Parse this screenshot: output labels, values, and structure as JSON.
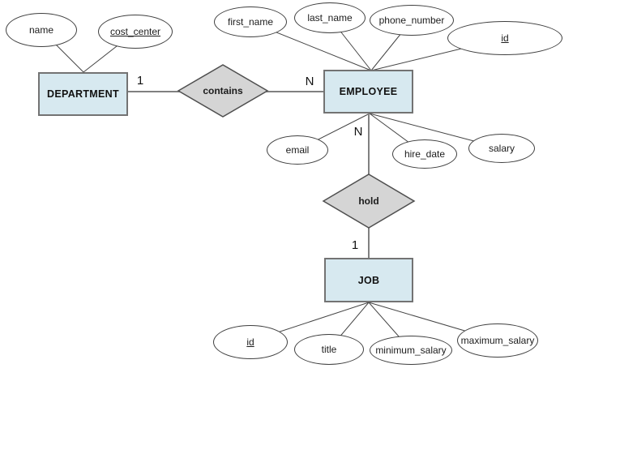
{
  "diagram": {
    "type": "entity-relationship-diagram",
    "background": "#ffffff",
    "colors": {
      "entity_fill": "#d7e9f0",
      "entity_border": "#737373",
      "relationship_fill": "#d5d5d5",
      "relationship_border": "#4f4f4f",
      "attribute_fill": "#ffffff",
      "attribute_border": "#3f3f3f",
      "connector": "#808080",
      "attribute_line": "#444444"
    },
    "entities": [
      {
        "id": "department",
        "label": "DEPARTMENT"
      },
      {
        "id": "employee",
        "label": "EMPLOYEE"
      },
      {
        "id": "job",
        "label": "JOB"
      }
    ],
    "relationships": [
      {
        "id": "contains",
        "label": "contains",
        "between": [
          "DEPARTMENT",
          "EMPLOYEE"
        ],
        "cardinality": {
          "DEPARTMENT": "1",
          "EMPLOYEE": "N"
        }
      },
      {
        "id": "hold",
        "label": "hold",
        "between": [
          "EMPLOYEE",
          "JOB"
        ],
        "cardinality": {
          "EMPLOYEE": "N",
          "JOB": "1"
        }
      }
    ],
    "attributes": [
      {
        "id": "department-name",
        "label": "name",
        "entity": "DEPARTMENT",
        "key": false
      },
      {
        "id": "department-cost-center",
        "label": "cost_center",
        "entity": "DEPARTMENT",
        "key": true
      },
      {
        "id": "employee-first-name",
        "label": "first_name",
        "entity": "EMPLOYEE",
        "key": false
      },
      {
        "id": "employee-last-name",
        "label": "last_name",
        "entity": "EMPLOYEE",
        "key": false
      },
      {
        "id": "employee-phone-number",
        "label": "phone_number",
        "entity": "EMPLOYEE",
        "key": false
      },
      {
        "id": "employee-id",
        "label": "id",
        "entity": "EMPLOYEE",
        "key": true
      },
      {
        "id": "employee-email",
        "label": "email",
        "entity": "EMPLOYEE",
        "key": false
      },
      {
        "id": "employee-hire-date",
        "label": "hire_date",
        "entity": "EMPLOYEE",
        "key": false
      },
      {
        "id": "employee-salary",
        "label": "salary",
        "entity": "EMPLOYEE",
        "key": false
      },
      {
        "id": "job-id",
        "label": "id",
        "entity": "JOB",
        "key": true
      },
      {
        "id": "job-title",
        "label": "title",
        "entity": "JOB",
        "key": false
      },
      {
        "id": "job-minimum-salary",
        "label": "minimum_salary",
        "entity": "JOB",
        "key": false
      },
      {
        "id": "job-maximum-salary",
        "label": "maximum_salary",
        "entity": "JOB",
        "key": false
      }
    ],
    "cardinality_labels": [
      {
        "id": "contains-department-side",
        "label": "1"
      },
      {
        "id": "contains-employee-side",
        "label": "N"
      },
      {
        "id": "hold-employee-side",
        "label": "N"
      },
      {
        "id": "hold-job-side",
        "label": "1"
      }
    ]
  }
}
